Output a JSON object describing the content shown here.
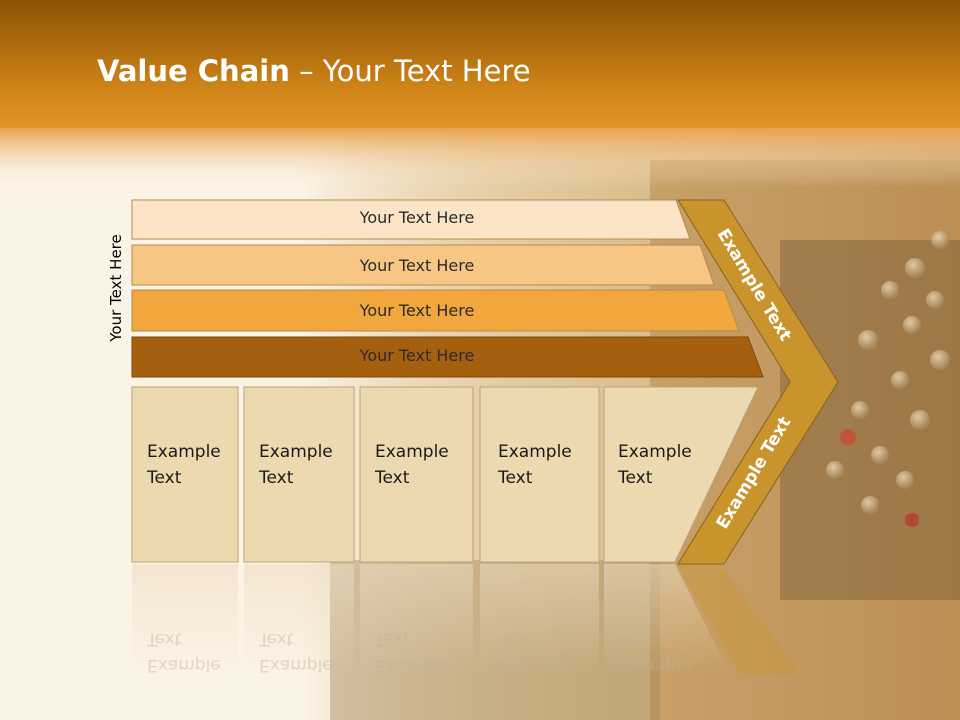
{
  "title": {
    "bold": "Value Chain",
    "rest": " – Your Text Here"
  },
  "side_label": "Your Text Here",
  "bands": [
    {
      "label": "Your Text Here"
    },
    {
      "label": "Your Text Here"
    },
    {
      "label": "Your Text Here"
    },
    {
      "label": "Your Text Here"
    }
  ],
  "cells": [
    {
      "line1": "Example",
      "line2": "Text"
    },
    {
      "line1": "Example",
      "line2": "Text"
    },
    {
      "line1": "Example",
      "line2": "Text"
    },
    {
      "line1": "Example",
      "line2": "Text"
    },
    {
      "line1": "Example",
      "line2": "Text"
    }
  ],
  "chevron": {
    "upper": "Example Text",
    "lower": "Example Text"
  },
  "colors": {
    "header": "#c47c12",
    "band1": "#fce5c6",
    "band2": "#f8c684",
    "band3": "#f2a63e",
    "band4": "#a5600f",
    "chevron": "#c9942c",
    "cell": "#edd9b0"
  }
}
